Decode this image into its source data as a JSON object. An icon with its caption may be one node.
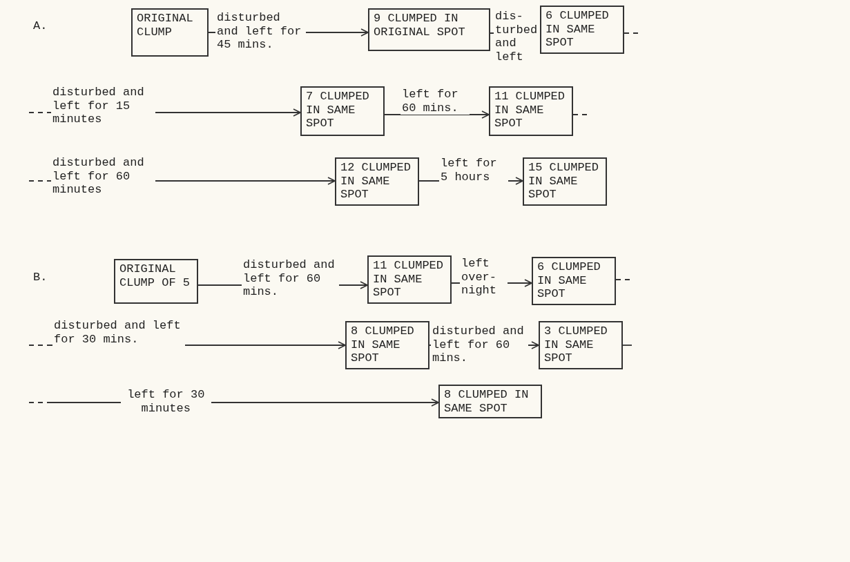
{
  "diagram": {
    "nodes": [
      {
        "text": [
          "ORIGINAL CLUMP"
        ]
      },
      {
        "text": [
          "9 CLUMPED IN ORIGINAL SPOT"
        ]
      },
      {
        "text": [
          "6 CLUMPED IN SAME SPOT"
        ]
      },
      {
        "text": [
          "7 CLUMPED IN SAME SPOT"
        ]
      },
      {
        "text": [
          "11 CLUMPED IN SAME SPOT"
        ]
      },
      {
        "text": [
          "12 CLUMPED IN SAME SPOT"
        ]
      },
      {
        "text": [
          "15 CLUMPED IN SAME SPOT"
        ]
      },
      {
        "text": [
          "ORIGINAL CLUMP OF 5"
        ]
      },
      {
        "text": [
          "11 CLUMPED IN SAME SPOT"
        ]
      },
      {
        "text": [
          "6 CLUMPED IN SAME SPOT"
        ]
      },
      {
        "text": [
          "8 CLUMPED IN SAME SPOT"
        ]
      },
      {
        "text": [
          "3 CLUMPED IN SAME SPOT"
        ]
      },
      {
        "text": [
          "8 CLUMPED IN SAME SPOT"
        ]
      }
    ],
    "edges": [
      {
        "from": 0,
        "to": 1,
        "arrow": "to",
        "label": "disturbed and left for 45 mins."
      },
      {
        "from": 1,
        "to": 2,
        "arrow": "to",
        "label": "dis- turbed and left"
      },
      {
        "from": 2,
        "to": null,
        "arrow": "none",
        "style": "dashed"
      },
      {
        "from": null,
        "to": 3,
        "arrow": "to",
        "label": "disturbed and left for 15 minutes",
        "style": "dashed"
      },
      {
        "from": 3,
        "to": 4,
        "arrow": "to",
        "label": "left for 60 mins."
      },
      {
        "from": 4,
        "to": null,
        "arrow": "none",
        "style": "dashed"
      },
      {
        "from": null,
        "to": 5,
        "arrow": "to",
        "label": "disturbed and left for 60 minutes",
        "style": "dashed"
      },
      {
        "from": 5,
        "to": 6,
        "arrow": "to",
        "label": "left for 5 hours"
      },
      {
        "from": 7,
        "to": 8,
        "arrow": "to",
        "label": "disturbed and left for 60 mins."
      },
      {
        "from": 8,
        "to": 9,
        "arrow": "to",
        "label": "left over- night"
      },
      {
        "from": 9,
        "to": null,
        "arrow": "none",
        "style": "dashed"
      },
      {
        "from": null,
        "to": 10,
        "arrow": "to",
        "label": "disturbed and left for 30 mins.",
        "style": "dashed"
      },
      {
        "from": 10,
        "to": 11,
        "arrow": "to",
        "label": "disturbed and left for 60 mins."
      },
      {
        "from": 11,
        "to": null,
        "arrow": "none"
      },
      {
        "from": null,
        "to": 12,
        "arrow": "to",
        "label": "left for 30 minutes",
        "style": "dashed"
      }
    ],
    "labels": [
      "A.",
      "B."
    ]
  }
}
